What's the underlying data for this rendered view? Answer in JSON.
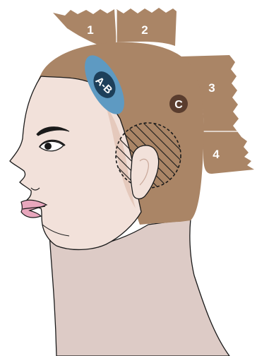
{
  "diagram": {
    "sections": [
      {
        "label": "1"
      },
      {
        "label": "2"
      },
      {
        "label": "3"
      },
      {
        "label": "4"
      }
    ],
    "oval_label": "A-B",
    "point_label": "C"
  },
  "colors": {
    "hair": "#aa8566",
    "skin": "#f2e1da",
    "skin_shade": "#e5c9bc",
    "neck": "#ddcbc6",
    "lips": "#e8a7bd",
    "oval_fill": "#5e9ac2",
    "oval_dark": "#1d3f5a",
    "point": "#5a3d2e",
    "outline": "#1a1a1a"
  },
  "icons": {
    "hatched_area": "hatched-circle-ear-region"
  }
}
